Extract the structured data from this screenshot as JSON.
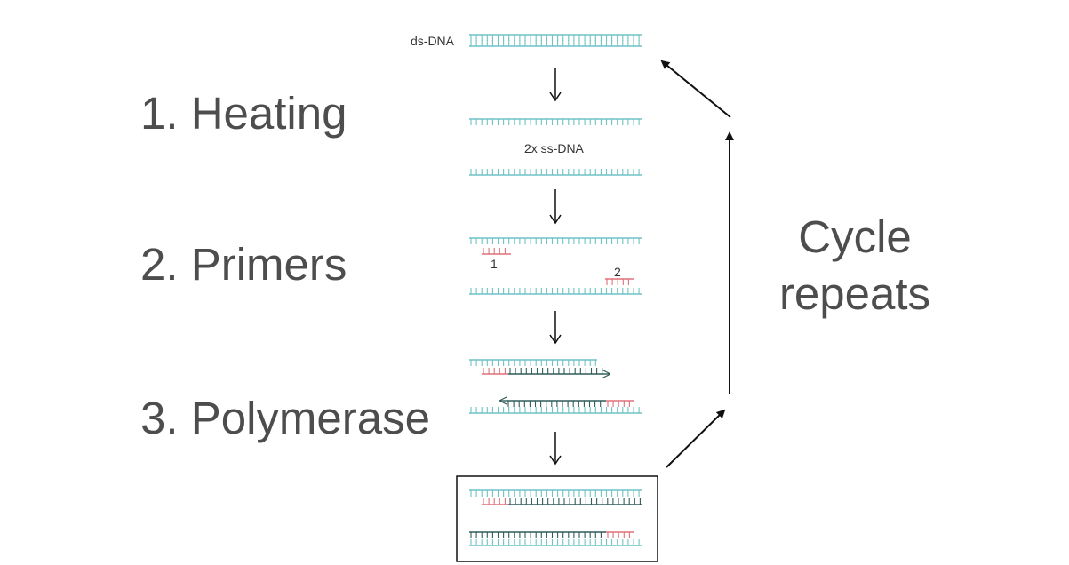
{
  "steps": [
    {
      "label": "1. Heating"
    },
    {
      "label": "2. Primers"
    },
    {
      "label": "3. Polymerase"
    }
  ],
  "strand_labels": {
    "ds_dna": "ds-DNA",
    "ss_dna": "2x ss-DNA"
  },
  "primers": {
    "p1": "1",
    "p2": "2"
  },
  "cycle": {
    "line1": "Cycle",
    "line2": "repeats"
  },
  "colors": {
    "template_strand": "#6fc2c6",
    "primer": "#e0707a",
    "new_strand": "#2f5d5a",
    "text": "#4d4d4d",
    "arrow": "#111111"
  }
}
